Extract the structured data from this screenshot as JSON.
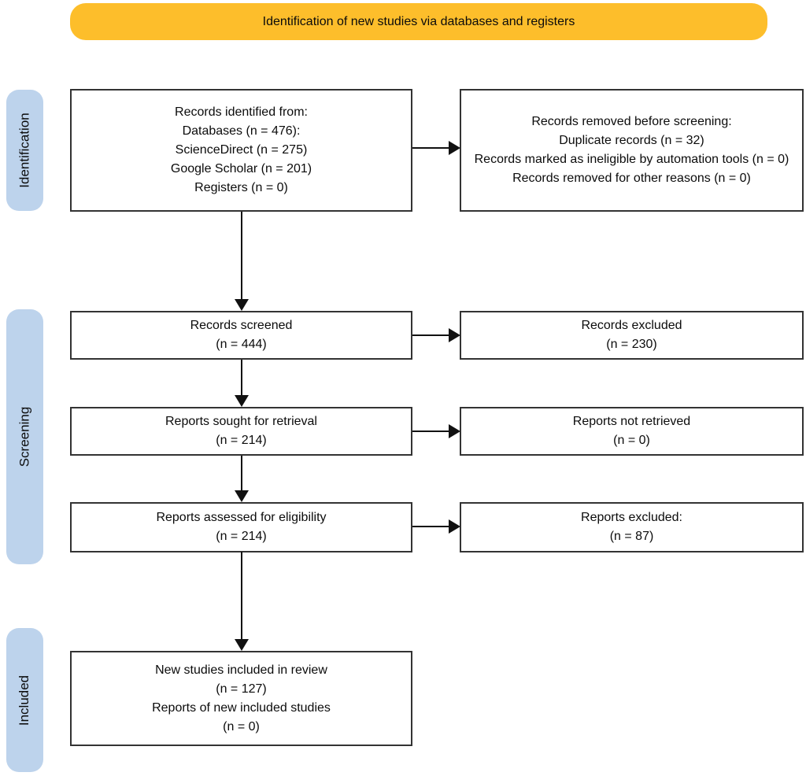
{
  "banner": {
    "label": "Identification of new studies via databases and registers"
  },
  "stages": [
    {
      "label": "Identification"
    },
    {
      "label": "Screening"
    },
    {
      "label": "Included"
    }
  ],
  "boxes": {
    "identified": {
      "lines": [
        "Records identified from:",
        "Databases (n = 476):",
        "ScienceDirect (n = 275)",
        "Google Scholar (n = 201)",
        "Registers (n = 0)"
      ]
    },
    "removed": {
      "lines": [
        "Records removed before screening:",
        "Duplicate records (n = 32)",
        "Records marked as ineligible by automation tools (n = 0)",
        "Records removed for other reasons (n = 0)"
      ]
    },
    "screened": {
      "lines": [
        "Records screened",
        "(n = 444)"
      ]
    },
    "excluded": {
      "lines": [
        "Records excluded",
        "(n = 230)"
      ]
    },
    "sought": {
      "lines": [
        "Reports sought for retrieval",
        "(n = 214)"
      ]
    },
    "not_retrieved": {
      "lines": [
        "Reports not retrieved",
        "(n = 0)"
      ]
    },
    "assessed": {
      "lines": [
        "Reports assessed for eligibility",
        "(n = 214)"
      ]
    },
    "reports_excluded": {
      "lines": [
        "Reports excluded:",
        "(n = 87)"
      ]
    },
    "included": {
      "lines": [
        "New studies included in review",
        "(n = 127)",
        "Reports of new included studies",
        "(n = 0)"
      ]
    }
  },
  "colors": {
    "banner_bg": "#FDBE2B",
    "stage_bg": "#BDD3EC",
    "box_border": "#333333",
    "arrow": "#111111"
  }
}
